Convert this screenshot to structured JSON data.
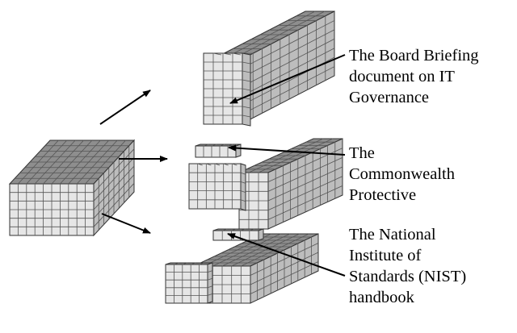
{
  "diagram": {
    "source": {
      "name": "source-cube"
    },
    "outputs": [
      {
        "id": "board-briefing",
        "label_lines": [
          "The Board Briefing",
          "document on IT",
          "Governance"
        ]
      },
      {
        "id": "commonwealth",
        "label_lines": [
          "The",
          "Commonwealth",
          "Protective"
        ]
      },
      {
        "id": "nist",
        "label_lines": [
          "The National",
          "Institute of",
          "Standards (NIST)",
          "handbook"
        ]
      }
    ]
  },
  "colors": {
    "front_face": "#e6e6e6",
    "top_face": "#8e8e8e",
    "side_face": "#bdbdbd",
    "grid_line": "#555555",
    "outline": "#333333",
    "arrow": "#000000",
    "text": "#000000"
  }
}
